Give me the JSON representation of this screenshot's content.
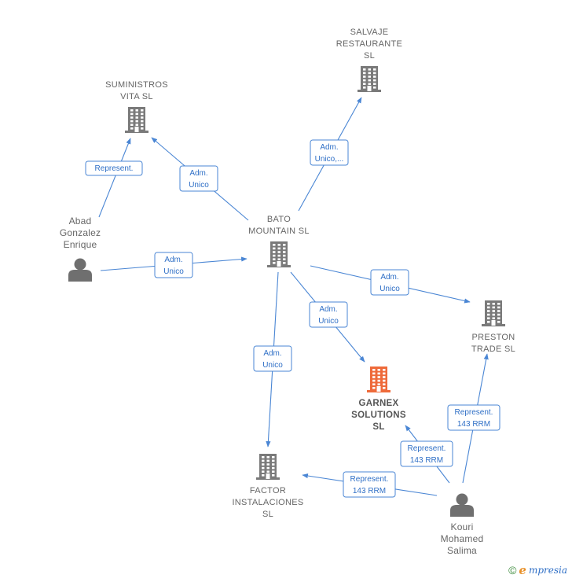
{
  "colors": {
    "edge": "#4a86d4",
    "company": "#7a7a7a",
    "company_highlight": "#ee6a3a",
    "person": "#6f6f6f"
  },
  "nodes": [
    {
      "id": "suministros",
      "type": "company",
      "lines": [
        "SUMINISTROS",
        "VITA  SL"
      ]
    },
    {
      "id": "salvaje",
      "type": "company",
      "lines": [
        "SALVAJE",
        "RESTAURANTE",
        "SL"
      ]
    },
    {
      "id": "bato",
      "type": "company",
      "lines": [
        "BATO",
        "MOUNTAIN  SL"
      ]
    },
    {
      "id": "preston",
      "type": "company",
      "lines": [
        "PRESTON",
        "TRADE  SL"
      ]
    },
    {
      "id": "garnex",
      "type": "company_highlight",
      "lines": [
        "GARNEX",
        "SOLUTIONS",
        "SL"
      ]
    },
    {
      "id": "factor",
      "type": "company",
      "lines": [
        "FACTOR",
        "INSTALACIONES",
        "SL"
      ]
    },
    {
      "id": "abad",
      "type": "person",
      "lines": [
        "Abad",
        "Gonzalez",
        "Enrique"
      ]
    },
    {
      "id": "kouri",
      "type": "person",
      "lines": [
        "Kouri",
        "Mohamed",
        "Salima"
      ]
    }
  ],
  "edges": [
    {
      "id": "abad-suministros",
      "from": "abad",
      "to": "suministros",
      "lines": [
        "Represent."
      ]
    },
    {
      "id": "bato-suministros",
      "from": "bato",
      "to": "suministros",
      "lines": [
        "Adm.",
        "Unico"
      ]
    },
    {
      "id": "bato-salvaje",
      "from": "bato",
      "to": "salvaje",
      "lines": [
        "Adm.",
        "Unico,..."
      ]
    },
    {
      "id": "abad-bato",
      "from": "abad",
      "to": "bato",
      "lines": [
        "Adm.",
        "Unico"
      ]
    },
    {
      "id": "bato-preston",
      "from": "bato",
      "to": "preston",
      "lines": [
        "Adm.",
        "Unico"
      ]
    },
    {
      "id": "bato-garnex",
      "from": "bato",
      "to": "garnex",
      "lines": [
        "Adm.",
        "Unico"
      ]
    },
    {
      "id": "bato-factor",
      "from": "bato",
      "to": "factor",
      "lines": [
        "Adm.",
        "Unico"
      ]
    },
    {
      "id": "kouri-preston",
      "from": "kouri",
      "to": "preston",
      "lines": [
        "Represent.",
        "143 RRM"
      ]
    },
    {
      "id": "kouri-garnex",
      "from": "kouri",
      "to": "garnex",
      "lines": [
        "Represent.",
        "143 RRM"
      ]
    },
    {
      "id": "kouri-factor",
      "from": "kouri",
      "to": "factor",
      "lines": [
        "Represent.",
        "143 RRM"
      ]
    }
  ],
  "footer": {
    "copyright": "©",
    "brand_initial": "e",
    "brand_rest": "mpresia"
  }
}
